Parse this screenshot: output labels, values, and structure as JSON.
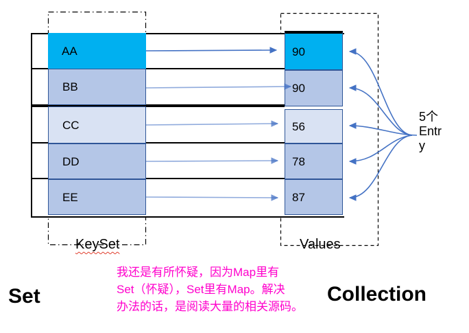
{
  "map_table": {
    "keyset_label": "KeySet",
    "values_label": "Values",
    "entries": [
      {
        "key": "AA",
        "value": "90"
      },
      {
        "key": "BB",
        "value": "90"
      },
      {
        "key": "CC",
        "value": "56"
      },
      {
        "key": "DD",
        "value": "78"
      },
      {
        "key": "EE",
        "value": "87"
      }
    ],
    "entry_count_label": "5个\nEntr\ny"
  },
  "captions": {
    "set_label": "Set",
    "collection_label": "Collection"
  },
  "note": {
    "text": "我还是有所怀疑，因为Map里有\nSet（怀疑），Set里有Map。解决\n办法的话，是阅读大量的相关源码。",
    "color": "#FF00CC"
  },
  "colors": {
    "highlight_cell": "#00B0F0",
    "cell_blue": "#B4C6E7",
    "cell_pale": "#D9E2F3",
    "cell_border": "#2E5597",
    "arrow": "#4472C4",
    "outline": "#000000"
  }
}
